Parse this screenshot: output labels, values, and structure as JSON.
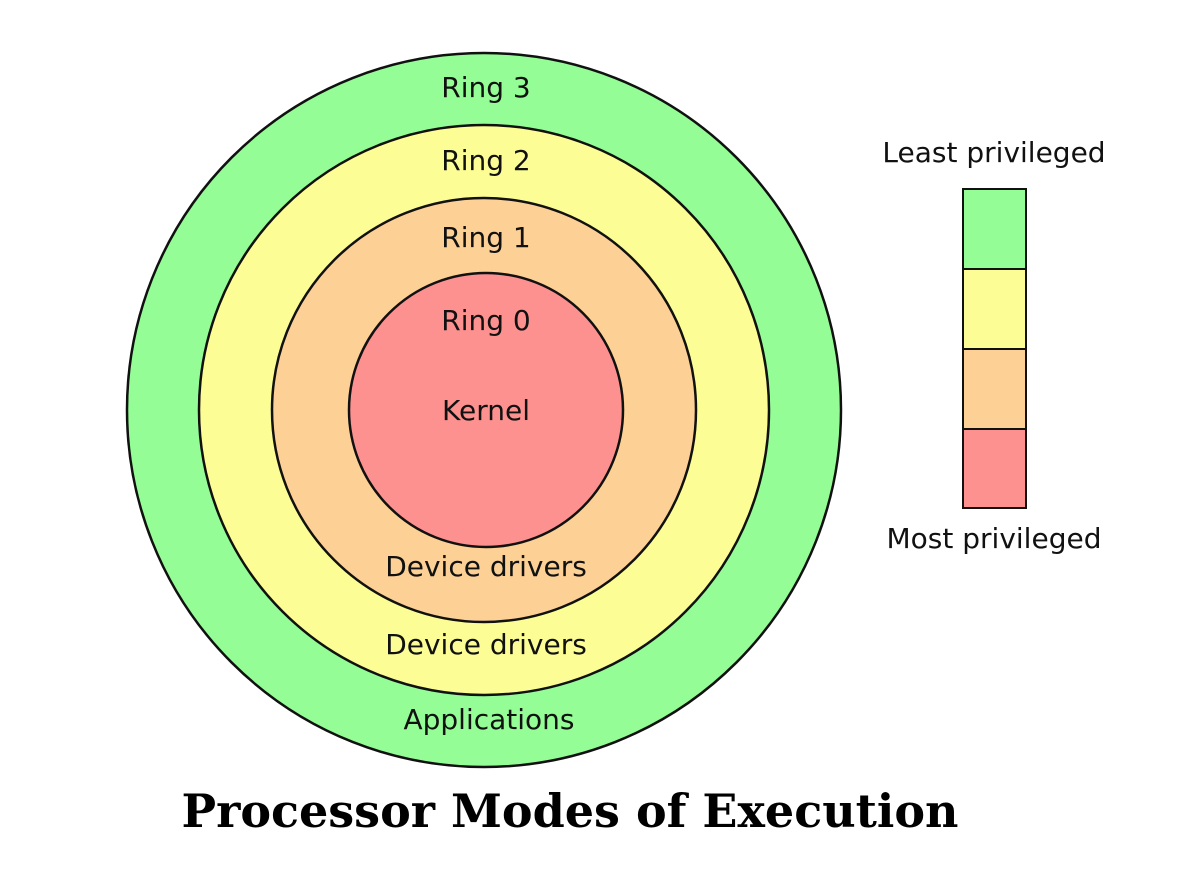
{
  "title": "Processor Modes of Execution",
  "colors": {
    "ring3": "#94fd95",
    "ring2": "#fdfd95",
    "ring1": "#fdd095",
    "ring0": "#fd9190",
    "outline": "#111111"
  },
  "rings": [
    {
      "id": "ring3",
      "name": "Ring 3",
      "role": "Applications"
    },
    {
      "id": "ring2",
      "name": "Ring 2",
      "role": "Device drivers"
    },
    {
      "id": "ring1",
      "name": "Ring 1",
      "role": "Device drivers"
    },
    {
      "id": "ring0",
      "name": "Ring 0",
      "role": "Kernel"
    }
  ],
  "legend": {
    "top_label": "Least privileged",
    "bottom_label": "Most privileged",
    "order": [
      "ring3",
      "ring2",
      "ring1",
      "ring0"
    ]
  }
}
